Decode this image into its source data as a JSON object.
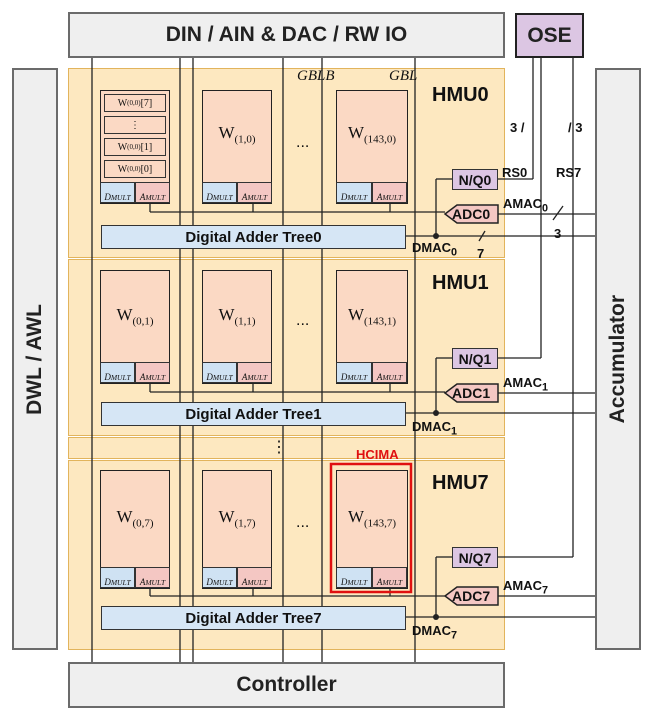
{
  "top_bar": "DIN / AIN & DAC / RW IO",
  "ose": "OSE",
  "left_bar": "DWL / AWL",
  "right_bar": "Accumulator",
  "bottom_bar": "Controller",
  "gblb": "GBLB",
  "gbl": "GBL",
  "hcima": "HCIMA",
  "vdots": "⋮",
  "hdots": "...",
  "bus_label_3a": "3 /",
  "bus_label_3b": "/ 3",
  "bus_label_3c": "3",
  "bus_label_7": "7",
  "slash": "/",
  "mult_d": "D",
  "mult_d_sub": "MULT",
  "mult_a": "A",
  "mult_a_sub": "MULT",
  "stack": [
    {
      "base": "W",
      "sub": "(0,0)",
      "suffix": "[7]"
    },
    {
      "base": "",
      "sub": "",
      "suffix": "⋮"
    },
    {
      "base": "W",
      "sub": "(0,0)",
      "suffix": "[1]"
    },
    {
      "base": "W",
      "sub": "(0,0)",
      "suffix": "[0]"
    }
  ],
  "hmus": [
    {
      "title": "HMU0",
      "cells": [
        {
          "base": "W",
          "sub": "(0,0)"
        },
        {
          "base": "W",
          "sub": "(1,0)"
        },
        {
          "base": "W",
          "sub": "(143,0)"
        }
      ],
      "tree": "Digital Adder Tree0",
      "nq": "N/Q0",
      "adc": "ADC0",
      "amac": "AMAC",
      "amac_sub": "0",
      "dmac": "DMAC",
      "dmac_sub": "0",
      "rs0": "RS0",
      "rs7": "RS7"
    },
    {
      "title": "HMU1",
      "cells": [
        {
          "base": "W",
          "sub": "(0,1)"
        },
        {
          "base": "W",
          "sub": "(1,1)"
        },
        {
          "base": "W",
          "sub": "(143,1)"
        }
      ],
      "tree": "Digital Adder Tree1",
      "nq": "N/Q1",
      "adc": "ADC1",
      "amac": "AMAC",
      "amac_sub": "1",
      "dmac": "DMAC",
      "dmac_sub": "1"
    },
    {
      "title": "HMU7",
      "cells": [
        {
          "base": "W",
          "sub": "(0,7)"
        },
        {
          "base": "W",
          "sub": "(1,7)"
        },
        {
          "base": "W",
          "sub": "(143,7)"
        }
      ],
      "tree": "Digital Adder Tree7",
      "nq": "N/Q7",
      "adc": "ADC7",
      "amac": "AMAC",
      "amac_sub": "7",
      "dmac": "DMAC",
      "dmac_sub": "7"
    }
  ],
  "colors": {
    "hmu_fill": "#fde8c0",
    "cell_fill": "#fbd9c4",
    "dmult_fill": "#cfe2f3",
    "amult_fill": "#f4c7c3",
    "tree_fill": "#d6e6f5",
    "nq_fill": "#dcc6e3",
    "adc_fill": "#f4c7c3",
    "bar_fill": "#efefef",
    "hcima_color": "#e01010"
  }
}
